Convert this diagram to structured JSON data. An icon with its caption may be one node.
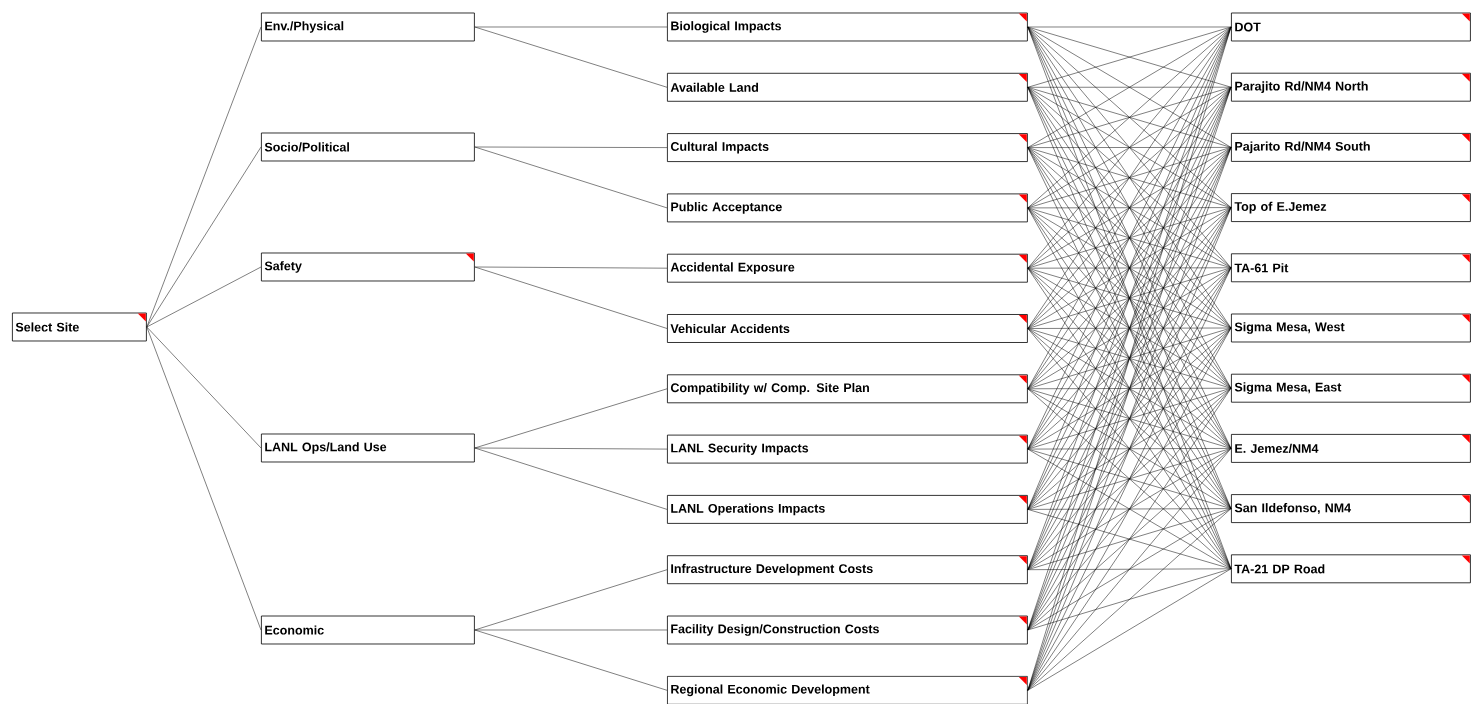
{
  "diagram": {
    "nodes": [
      {
        "text": [
          "Select Site"
        ]
      },
      {
        "text": [
          "Env./Physical"
        ]
      },
      {
        "text": [
          "Socio/Political"
        ]
      },
      {
        "text": [
          "Safety"
        ]
      },
      {
        "text": [
          "LANL Ops/Land Use"
        ]
      },
      {
        "text": [
          "Economic"
        ]
      },
      {
        "text": [
          "Biological Impacts"
        ]
      },
      {
        "text": [
          "Available Land"
        ]
      },
      {
        "text": [
          "Cultural Impacts"
        ]
      },
      {
        "text": [
          "Public Acceptance"
        ]
      },
      {
        "text": [
          "Accidental Exposure"
        ]
      },
      {
        "text": [
          "Vehicular Accidents"
        ]
      },
      {
        "text": [
          "Compatibility w/ Comp. Site Plan"
        ]
      },
      {
        "text": [
          "LANL Security Impacts"
        ]
      },
      {
        "text": [
          "LANL Operations Impacts"
        ]
      },
      {
        "text": [
          "Infrastructure Development Costs"
        ]
      },
      {
        "text": [
          "Facility Design/Construction Costs"
        ]
      },
      {
        "text": [
          "Regional Economic Development"
        ]
      },
      {
        "text": [
          "DOT"
        ]
      },
      {
        "text": [
          "Parajito Rd/NM4 North"
        ]
      },
      {
        "text": [
          "Pajarito Rd/NM4 South"
        ]
      },
      {
        "text": [
          "Top of E.Jemez"
        ]
      },
      {
        "text": [
          "TA-61 Pit"
        ]
      },
      {
        "text": [
          "Sigma Mesa, West"
        ]
      },
      {
        "text": [
          "Sigma Mesa, East"
        ]
      },
      {
        "text": [
          "E. Jemez/NM4"
        ]
      },
      {
        "text": [
          "San Ildefonso, NM4"
        ]
      },
      {
        "text": [
          "TA-21 DP Road"
        ]
      }
    ],
    "edges": [
      {
        "from": 0,
        "to": 1,
        "arrow": "none"
      },
      {
        "from": 0,
        "to": 2,
        "arrow": "none"
      },
      {
        "from": 0,
        "to": 3,
        "arrow": "none"
      },
      {
        "from": 0,
        "to": 4,
        "arrow": "none"
      },
      {
        "from": 0,
        "to": 5,
        "arrow": "none"
      },
      {
        "from": 1,
        "to": 6,
        "arrow": "none"
      },
      {
        "from": 1,
        "to": 7,
        "arrow": "none"
      },
      {
        "from": 2,
        "to": 8,
        "arrow": "none"
      },
      {
        "from": 2,
        "to": 9,
        "arrow": "none"
      },
      {
        "from": 3,
        "to": 10,
        "arrow": "none"
      },
      {
        "from": 3,
        "to": 11,
        "arrow": "none"
      },
      {
        "from": 4,
        "to": 12,
        "arrow": "none"
      },
      {
        "from": 4,
        "to": 13,
        "arrow": "none"
      },
      {
        "from": 4,
        "to": 14,
        "arrow": "none"
      },
      {
        "from": 5,
        "to": 15,
        "arrow": "none"
      },
      {
        "from": 5,
        "to": 16,
        "arrow": "none"
      },
      {
        "from": 5,
        "to": 17,
        "arrow": "none"
      },
      {
        "from": 6,
        "to": 18,
        "arrow": "none"
      },
      {
        "from": 6,
        "to": 19,
        "arrow": "none"
      },
      {
        "from": 6,
        "to": 20,
        "arrow": "none"
      },
      {
        "from": 6,
        "to": 21,
        "arrow": "none"
      },
      {
        "from": 6,
        "to": 22,
        "arrow": "none"
      },
      {
        "from": 6,
        "to": 23,
        "arrow": "none"
      },
      {
        "from": 6,
        "to": 24,
        "arrow": "none"
      },
      {
        "from": 6,
        "to": 25,
        "arrow": "none"
      },
      {
        "from": 6,
        "to": 26,
        "arrow": "none"
      },
      {
        "from": 6,
        "to": 27,
        "arrow": "none"
      },
      {
        "from": 7,
        "to": 18,
        "arrow": "none"
      },
      {
        "from": 7,
        "to": 19,
        "arrow": "none"
      },
      {
        "from": 7,
        "to": 20,
        "arrow": "none"
      },
      {
        "from": 7,
        "to": 21,
        "arrow": "none"
      },
      {
        "from": 7,
        "to": 22,
        "arrow": "none"
      },
      {
        "from": 7,
        "to": 23,
        "arrow": "none"
      },
      {
        "from": 7,
        "to": 24,
        "arrow": "none"
      },
      {
        "from": 7,
        "to": 25,
        "arrow": "none"
      },
      {
        "from": 7,
        "to": 26,
        "arrow": "none"
      },
      {
        "from": 7,
        "to": 27,
        "arrow": "none"
      },
      {
        "from": 8,
        "to": 18,
        "arrow": "none"
      },
      {
        "from": 8,
        "to": 19,
        "arrow": "none"
      },
      {
        "from": 8,
        "to": 20,
        "arrow": "none"
      },
      {
        "from": 8,
        "to": 21,
        "arrow": "none"
      },
      {
        "from": 8,
        "to": 22,
        "arrow": "none"
      },
      {
        "from": 8,
        "to": 23,
        "arrow": "none"
      },
      {
        "from": 8,
        "to": 24,
        "arrow": "none"
      },
      {
        "from": 8,
        "to": 25,
        "arrow": "none"
      },
      {
        "from": 8,
        "to": 26,
        "arrow": "none"
      },
      {
        "from": 8,
        "to": 27,
        "arrow": "none"
      },
      {
        "from": 9,
        "to": 18,
        "arrow": "none"
      },
      {
        "from": 9,
        "to": 19,
        "arrow": "none"
      },
      {
        "from": 9,
        "to": 20,
        "arrow": "none"
      },
      {
        "from": 9,
        "to": 21,
        "arrow": "none"
      },
      {
        "from": 9,
        "to": 22,
        "arrow": "none"
      },
      {
        "from": 9,
        "to": 23,
        "arrow": "none"
      },
      {
        "from": 9,
        "to": 24,
        "arrow": "none"
      },
      {
        "from": 9,
        "to": 25,
        "arrow": "none"
      },
      {
        "from": 9,
        "to": 26,
        "arrow": "none"
      },
      {
        "from": 9,
        "to": 27,
        "arrow": "none"
      },
      {
        "from": 10,
        "to": 18,
        "arrow": "none"
      },
      {
        "from": 10,
        "to": 19,
        "arrow": "none"
      },
      {
        "from": 10,
        "to": 20,
        "arrow": "none"
      },
      {
        "from": 10,
        "to": 21,
        "arrow": "none"
      },
      {
        "from": 10,
        "to": 22,
        "arrow": "none"
      },
      {
        "from": 10,
        "to": 23,
        "arrow": "none"
      },
      {
        "from": 10,
        "to": 24,
        "arrow": "none"
      },
      {
        "from": 10,
        "to": 25,
        "arrow": "none"
      },
      {
        "from": 10,
        "to": 26,
        "arrow": "none"
      },
      {
        "from": 10,
        "to": 27,
        "arrow": "none"
      },
      {
        "from": 11,
        "to": 18,
        "arrow": "none"
      },
      {
        "from": 11,
        "to": 19,
        "arrow": "none"
      },
      {
        "from": 11,
        "to": 20,
        "arrow": "none"
      },
      {
        "from": 11,
        "to": 21,
        "arrow": "none"
      },
      {
        "from": 11,
        "to": 22,
        "arrow": "none"
      },
      {
        "from": 11,
        "to": 23,
        "arrow": "none"
      },
      {
        "from": 11,
        "to": 24,
        "arrow": "none"
      },
      {
        "from": 11,
        "to": 25,
        "arrow": "none"
      },
      {
        "from": 11,
        "to": 26,
        "arrow": "none"
      },
      {
        "from": 11,
        "to": 27,
        "arrow": "none"
      },
      {
        "from": 12,
        "to": 18,
        "arrow": "none"
      },
      {
        "from": 12,
        "to": 19,
        "arrow": "none"
      },
      {
        "from": 12,
        "to": 20,
        "arrow": "none"
      },
      {
        "from": 12,
        "to": 21,
        "arrow": "none"
      },
      {
        "from": 12,
        "to": 22,
        "arrow": "none"
      },
      {
        "from": 12,
        "to": 23,
        "arrow": "none"
      },
      {
        "from": 12,
        "to": 24,
        "arrow": "none"
      },
      {
        "from": 12,
        "to": 25,
        "arrow": "none"
      },
      {
        "from": 12,
        "to": 26,
        "arrow": "none"
      },
      {
        "from": 12,
        "to": 27,
        "arrow": "none"
      },
      {
        "from": 13,
        "to": 18,
        "arrow": "none"
      },
      {
        "from": 13,
        "to": 19,
        "arrow": "none"
      },
      {
        "from": 13,
        "to": 20,
        "arrow": "none"
      },
      {
        "from": 13,
        "to": 21,
        "arrow": "none"
      },
      {
        "from": 13,
        "to": 22,
        "arrow": "none"
      },
      {
        "from": 13,
        "to": 23,
        "arrow": "none"
      },
      {
        "from": 13,
        "to": 24,
        "arrow": "none"
      },
      {
        "from": 13,
        "to": 25,
        "arrow": "none"
      },
      {
        "from": 13,
        "to": 26,
        "arrow": "none"
      },
      {
        "from": 13,
        "to": 27,
        "arrow": "none"
      },
      {
        "from": 14,
        "to": 18,
        "arrow": "none"
      },
      {
        "from": 14,
        "to": 19,
        "arrow": "none"
      },
      {
        "from": 14,
        "to": 20,
        "arrow": "none"
      },
      {
        "from": 14,
        "to": 21,
        "arrow": "none"
      },
      {
        "from": 14,
        "to": 22,
        "arrow": "none"
      },
      {
        "from": 14,
        "to": 23,
        "arrow": "none"
      },
      {
        "from": 14,
        "to": 24,
        "arrow": "none"
      },
      {
        "from": 14,
        "to": 25,
        "arrow": "none"
      },
      {
        "from": 14,
        "to": 26,
        "arrow": "none"
      },
      {
        "from": 14,
        "to": 27,
        "arrow": "none"
      },
      {
        "from": 15,
        "to": 18,
        "arrow": "none"
      },
      {
        "from": 15,
        "to": 19,
        "arrow": "none"
      },
      {
        "from": 15,
        "to": 20,
        "arrow": "none"
      },
      {
        "from": 15,
        "to": 21,
        "arrow": "none"
      },
      {
        "from": 15,
        "to": 22,
        "arrow": "none"
      },
      {
        "from": 15,
        "to": 23,
        "arrow": "none"
      },
      {
        "from": 15,
        "to": 24,
        "arrow": "none"
      },
      {
        "from": 15,
        "to": 25,
        "arrow": "none"
      },
      {
        "from": 15,
        "to": 26,
        "arrow": "none"
      },
      {
        "from": 15,
        "to": 27,
        "arrow": "none"
      },
      {
        "from": 16,
        "to": 18,
        "arrow": "none"
      },
      {
        "from": 16,
        "to": 19,
        "arrow": "none"
      },
      {
        "from": 16,
        "to": 20,
        "arrow": "none"
      },
      {
        "from": 16,
        "to": 21,
        "arrow": "none"
      },
      {
        "from": 16,
        "to": 22,
        "arrow": "none"
      },
      {
        "from": 16,
        "to": 23,
        "arrow": "none"
      },
      {
        "from": 16,
        "to": 24,
        "arrow": "none"
      },
      {
        "from": 16,
        "to": 25,
        "arrow": "none"
      },
      {
        "from": 16,
        "to": 26,
        "arrow": "none"
      },
      {
        "from": 16,
        "to": 27,
        "arrow": "none"
      },
      {
        "from": 17,
        "to": 18,
        "arrow": "none"
      },
      {
        "from": 17,
        "to": 19,
        "arrow": "none"
      },
      {
        "from": 17,
        "to": 20,
        "arrow": "none"
      },
      {
        "from": 17,
        "to": 21,
        "arrow": "none"
      },
      {
        "from": 17,
        "to": 22,
        "arrow": "none"
      },
      {
        "from": 17,
        "to": 23,
        "arrow": "none"
      },
      {
        "from": 17,
        "to": 24,
        "arrow": "none"
      },
      {
        "from": 17,
        "to": 25,
        "arrow": "none"
      },
      {
        "from": 17,
        "to": 26,
        "arrow": "none"
      },
      {
        "from": 17,
        "to": 27,
        "arrow": "none"
      }
    ]
  }
}
